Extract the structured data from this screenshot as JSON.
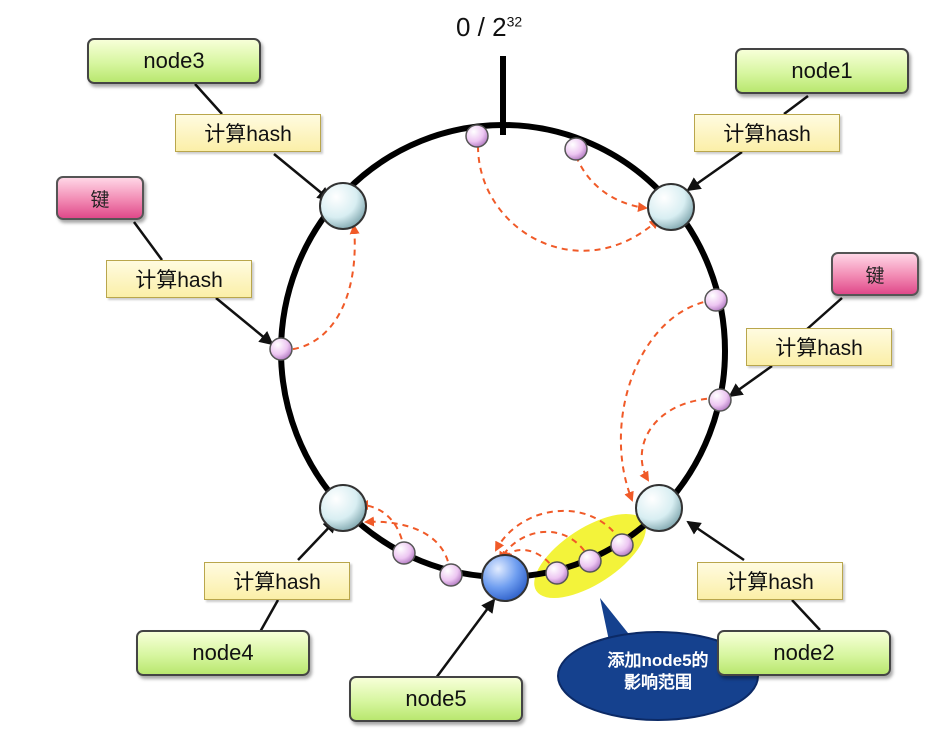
{
  "ring_top_label": {
    "base": "0 / 2",
    "exponent": "32"
  },
  "nodes": {
    "node1": "node1",
    "node2": "node2",
    "node3": "node3",
    "node4": "node4",
    "node5": "node5"
  },
  "hash_label": "计算hash",
  "key_label": "键",
  "callout": {
    "line1": "添加node5的",
    "line2": "影响范围"
  },
  "colors": {
    "ring": "#000000",
    "arrow_dashed": "#f05a28",
    "node_box": "#c9f08a",
    "hash_box": "#fbefa8",
    "key_box": "#e85a96",
    "callout": "#15418e",
    "highlight": "#f3f33a",
    "new_node": "#4a7fe0"
  }
}
